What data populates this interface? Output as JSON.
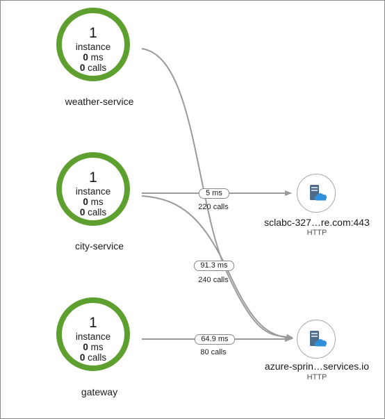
{
  "services": [
    {
      "count": "1",
      "unit_label": "instance",
      "latency_value": "0",
      "latency_unit": "ms",
      "calls_value": "0",
      "calls_unit": "calls",
      "name": "weather-service"
    },
    {
      "count": "1",
      "unit_label": "instance",
      "latency_value": "0",
      "latency_unit": "ms",
      "calls_value": "0",
      "calls_unit": "calls",
      "name": "city-service"
    },
    {
      "count": "1",
      "unit_label": "instance",
      "latency_value": "0",
      "latency_unit": "ms",
      "calls_value": "0",
      "calls_unit": "calls",
      "name": "gateway"
    }
  ],
  "dependencies": [
    {
      "name": "sclabc-327…re.com:443",
      "type": "HTTP",
      "icon": "cloud-server-icon"
    },
    {
      "name": "azure-sprin…services.io",
      "type": "HTTP",
      "icon": "cloud-server-icon"
    }
  ],
  "edges": [
    {
      "latency": "5 ms",
      "calls": "220 calls"
    },
    {
      "latency": "91.3 ms",
      "calls": "240 calls"
    },
    {
      "latency": "64.9 ms",
      "calls": "80 calls"
    }
  ],
  "colors": {
    "node_ring": "#5ea02f",
    "edge_line": "#9a9a9a",
    "icon_server": "#4f6b8a",
    "icon_cloud": "#2f8fd8"
  }
}
